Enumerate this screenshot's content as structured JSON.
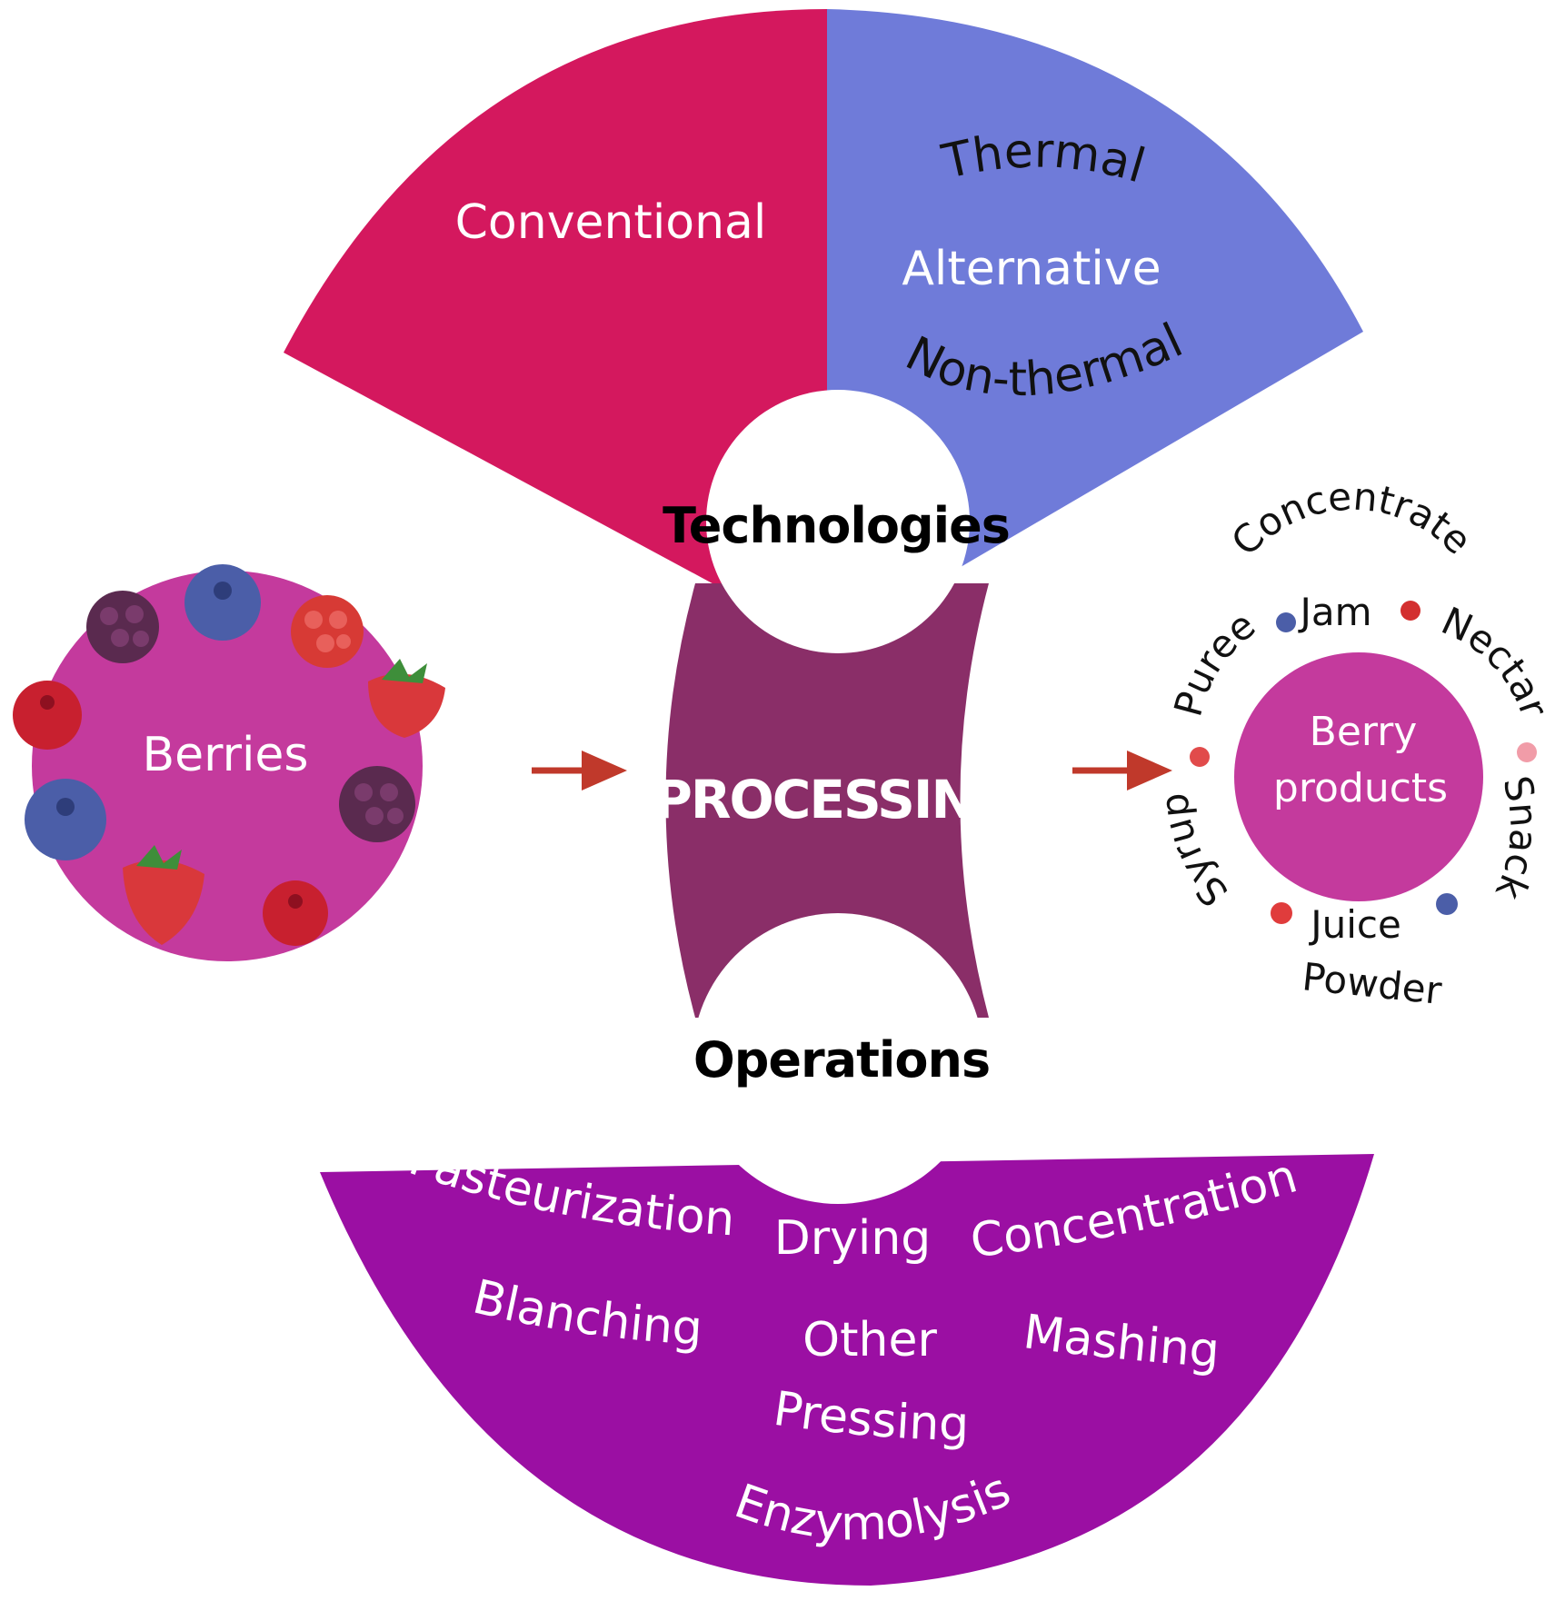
{
  "colors": {
    "conventional": "#D4185E",
    "alternative": "#6F7BD9",
    "operations": "#9B0FA3",
    "core": "#8A2E68",
    "berries_disc": "#C43A9D",
    "products_disc": "#C43A9D",
    "arrow": "#C0392B",
    "hub_bg": "#FFFFFF"
  },
  "technologies": {
    "hub_label": "Technologies",
    "conventional_label": "Conventional",
    "thermal_label": "Thermal",
    "alternative_label": "Alternative",
    "nonthermal_label": "Non-thermal"
  },
  "processing": {
    "label": "PROCESSING"
  },
  "berries": {
    "label": "Berries",
    "icons": [
      "blackberry-icon",
      "blueberry-icon",
      "raspberry-icon",
      "strawberry-icon",
      "blackberry-icon",
      "cranberry-icon",
      "strawberry-icon",
      "blueberry-icon",
      "cranberry-icon"
    ]
  },
  "products": {
    "center_line1": "Berry",
    "center_line2": "products",
    "outer_top": "Concentrate",
    "jam": "Jam",
    "nectar": "Nectar",
    "puree": "Puree",
    "syrup": "Syrup",
    "snack": "Snack",
    "juice": "Juice",
    "powder": "Powder"
  },
  "operations": {
    "hub_label": "Operations",
    "items": {
      "pasteurization": "Pasteurization",
      "drying": "Drying",
      "concentration": "Concentration",
      "blanching": "Blanching",
      "other": "Other",
      "mashing": "Mashing",
      "pressing": "Pressing",
      "enzymolysis": "Enzymolysis"
    }
  }
}
